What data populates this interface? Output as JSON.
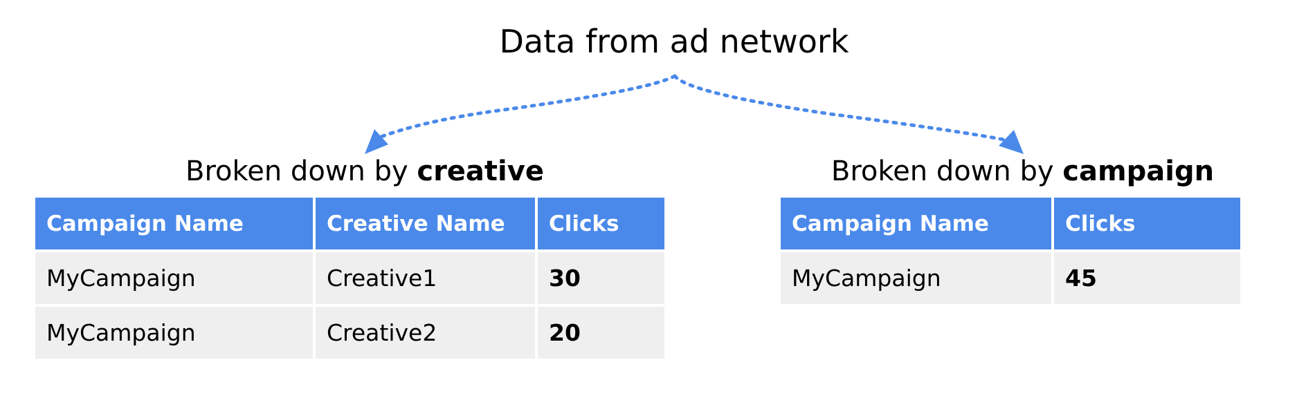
{
  "title": "Data from ad network",
  "colors": {
    "header_bg": "#4a89ea",
    "row_bg": "#efefef",
    "arrow": "#4a89ea"
  },
  "left": {
    "subtitle_prefix": "Broken down by ",
    "subtitle_bold": "creative",
    "headers": [
      "Campaign Name",
      "Creative Name",
      "Clicks"
    ],
    "rows": [
      [
        "MyCampaign",
        "Creative1",
        "30"
      ],
      [
        "MyCampaign",
        "Creative2",
        "20"
      ]
    ]
  },
  "right": {
    "subtitle_prefix": "Broken down by ",
    "subtitle_bold": "campaign",
    "headers": [
      "Campaign Name",
      "Clicks"
    ],
    "rows": [
      [
        "MyCampaign",
        "45"
      ]
    ]
  }
}
